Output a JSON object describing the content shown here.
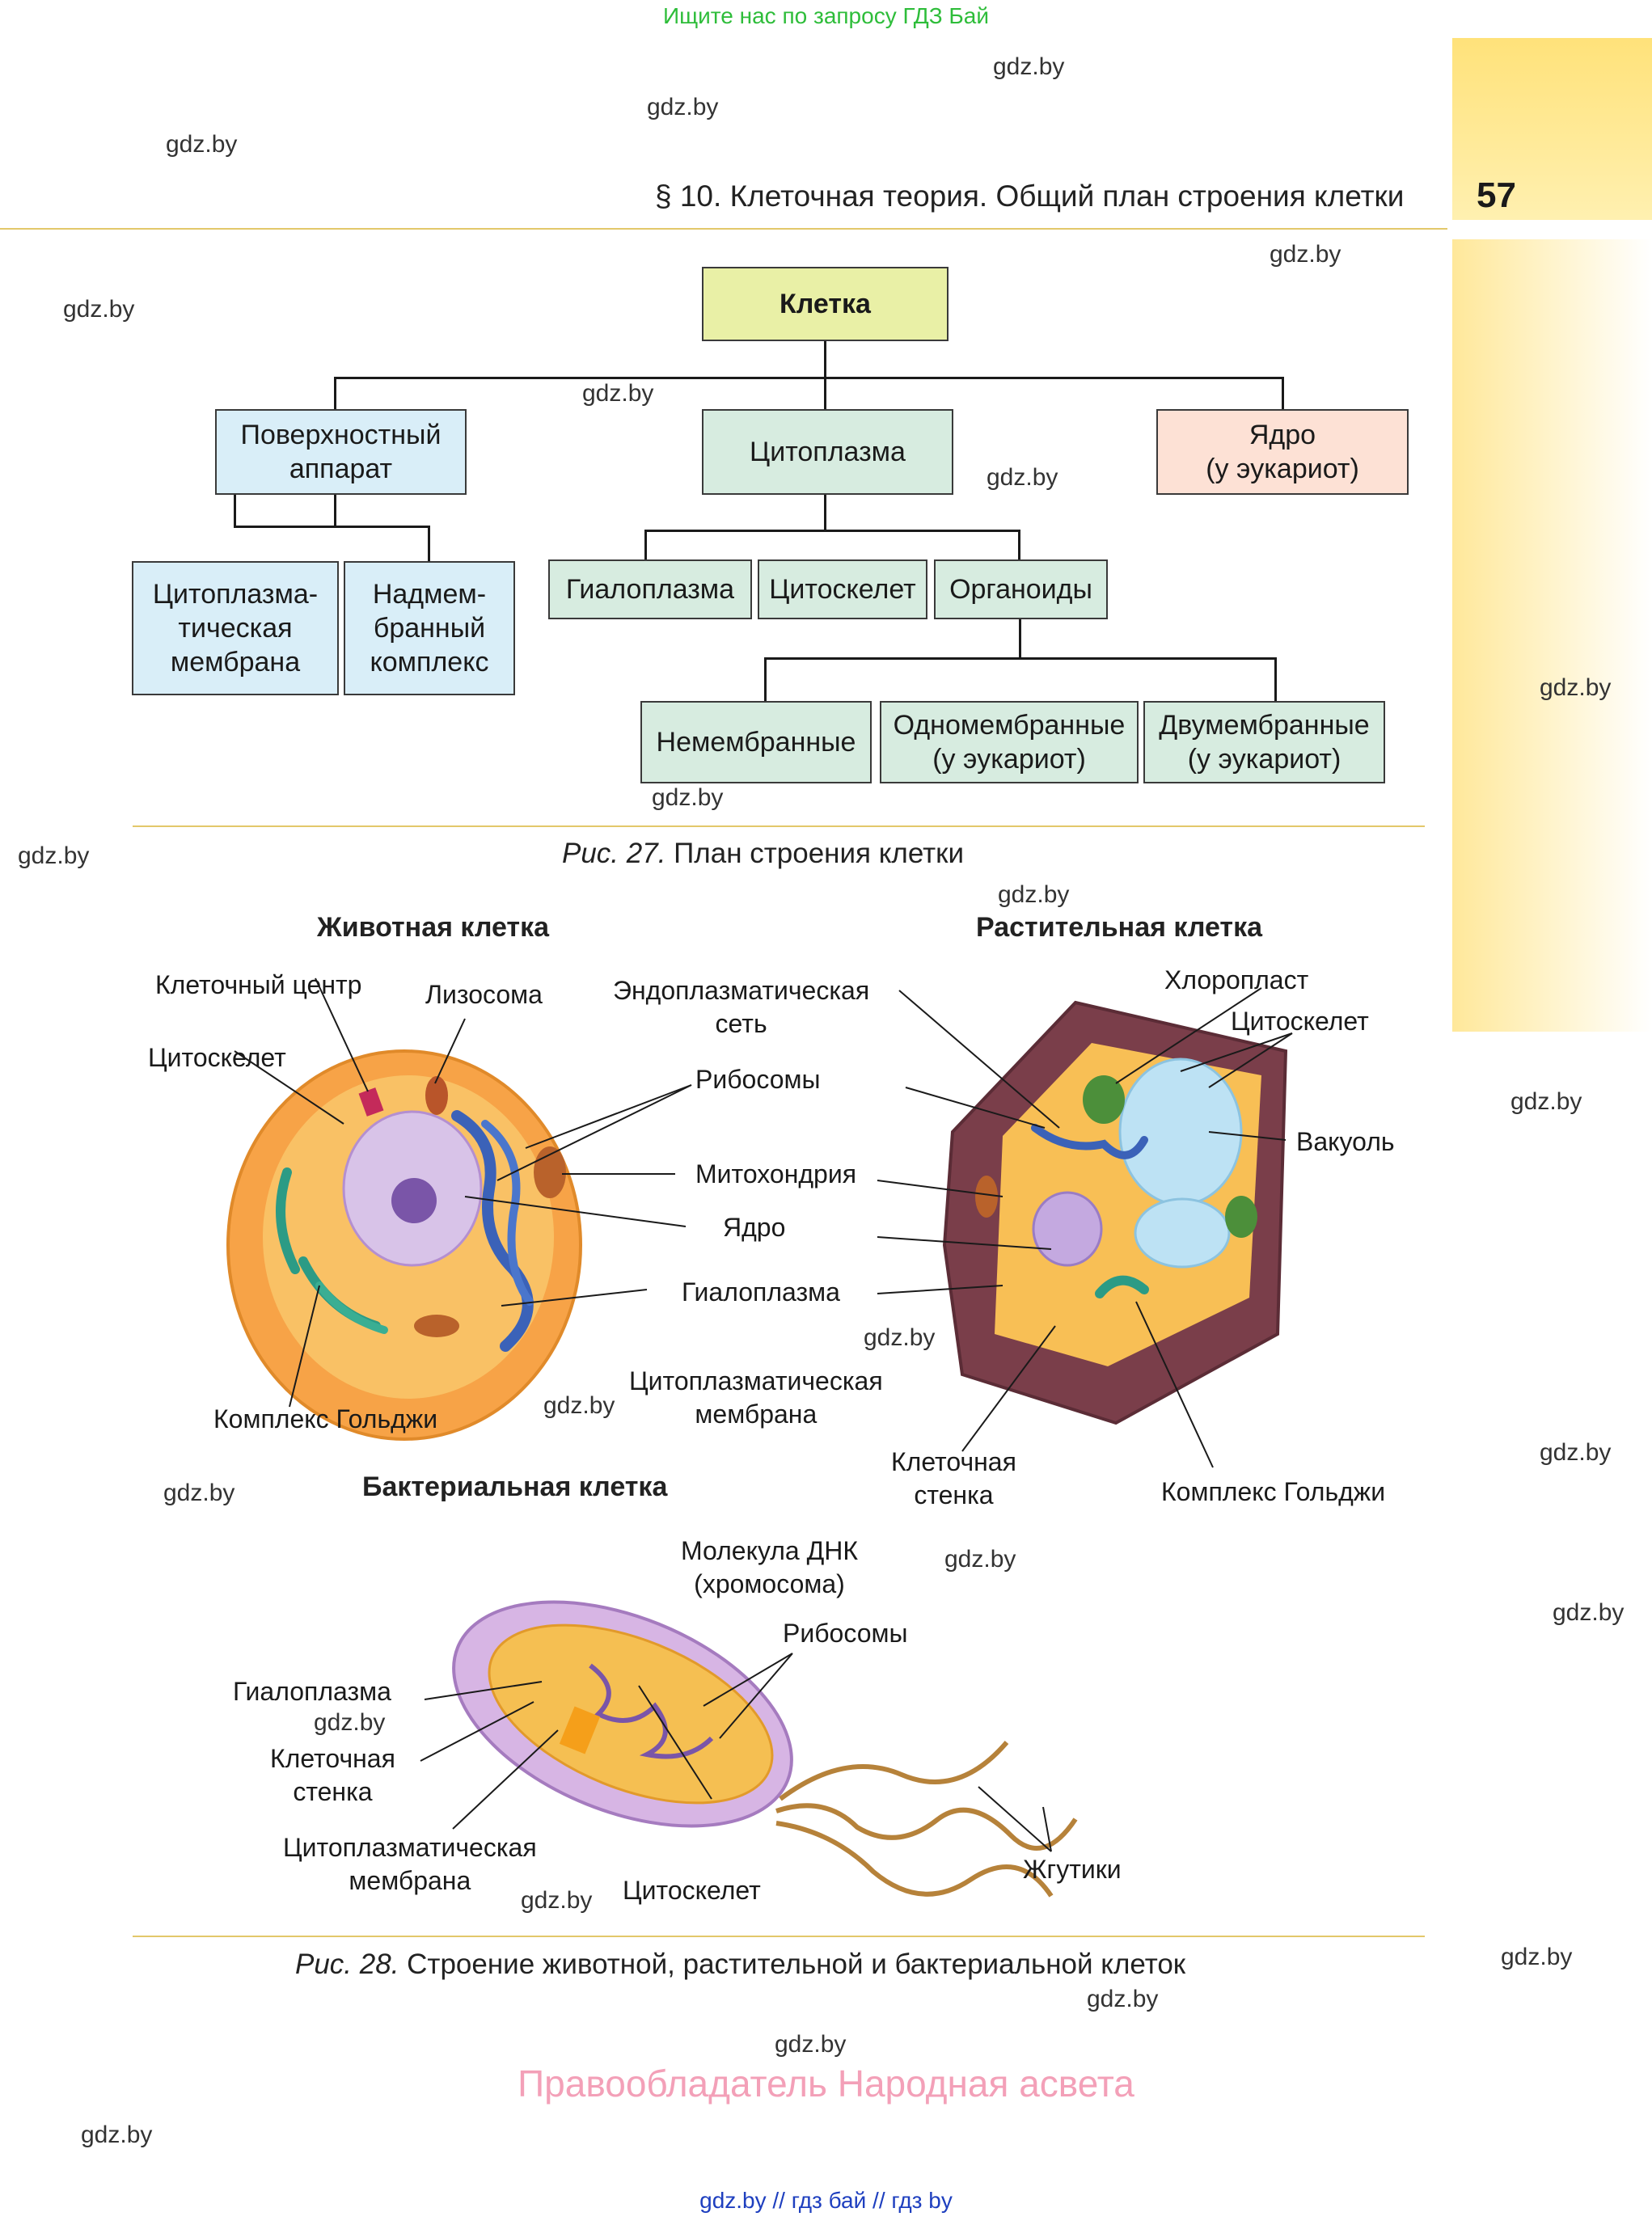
{
  "top_banner": "Ищите нас по запросу ГДЗ Бай",
  "page_number": "57",
  "section_title": "§ 10. Клеточная теория. Общий план строения клетки",
  "watermark": "gdz.by",
  "scheme": {
    "root": "Клетка",
    "surface": "Поверхностный\nаппарат",
    "cytoplasm": "Цитоплазма",
    "nucleus": "Ядро\n(у эукариот)",
    "membrane": "Цитоплазма-\nтическая\nмембрана",
    "supramembrane": "Надмем-\nбранный\nкомплекс",
    "hyaloplasm": "Гиалоплазма",
    "cytoskeleton": "Цитоскелет",
    "organoids": "Органоиды",
    "nonmembrane": "Немембранные",
    "onemembrane": "Одномембранные\n(у эукариот)",
    "twomembrane": "Двумембранные\n(у эукариот)"
  },
  "fig27": {
    "num": "Рис. 27.",
    "text": " План строения клетки"
  },
  "animal": {
    "title": "Животная клетка",
    "cell_center": "Клеточный  центр",
    "lysosome": "Лизосома",
    "er": "Эндоплазматическая\nсеть",
    "cytoskeleton": "Цитоскелет",
    "ribosomes": "Рибосомы",
    "mitochondria": "Митохондрия",
    "nucleus": "Ядро",
    "hyaloplasm": "Гиалоплазма",
    "membrane": "Цитоплазматическая\nмембрана",
    "golgi": "Комплекс Гольджи"
  },
  "plant": {
    "title": "Растительная клетка",
    "chloroplast": "Хлоропласт",
    "cytoskeleton": "Цитоскелет",
    "vacuole": "Вакуоль",
    "wall": "Клеточная\nстенка",
    "golgi": "Комплекс Гольджи"
  },
  "bacteria": {
    "title": "Бактериальная клетка",
    "dna": "Молекула ДНК\n(хромосома)",
    "ribosomes": "Рибосомы",
    "hyaloplasm": "Гиалоплазма",
    "wall": "Клеточная\nстенка",
    "membrane": "Цитоплазматическая\nмембрана",
    "cytoskeleton": "Цитоскелет",
    "flagella": "Жгутики"
  },
  "fig28": {
    "num": "Рис. 28.",
    "text": " Строение животной, растительной и бактериальной клеток"
  },
  "copyright": "Правообладатель Народная асвета",
  "footer": "gdz.by  //  гдз бай  //  гдз by"
}
